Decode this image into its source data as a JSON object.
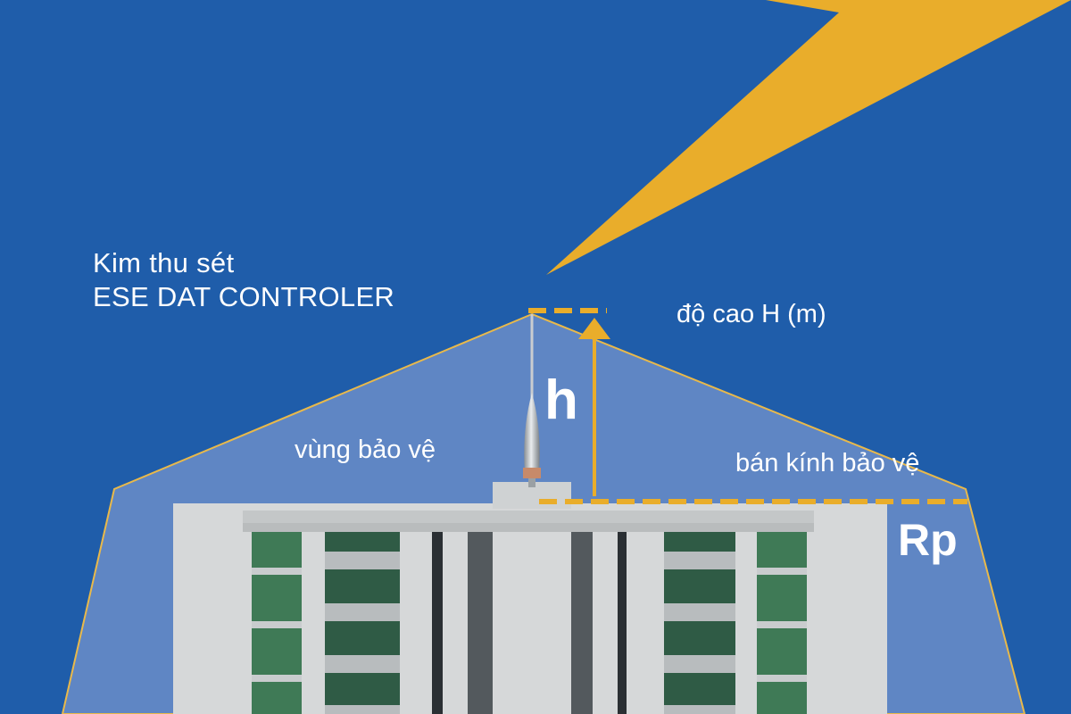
{
  "labels": {
    "product_line1": "Kim thu sét",
    "product_line2": "ESE DAT CONTROLER",
    "height_label": "độ cao H (m)",
    "h_symbol": "h",
    "protection_zone": "vùng bảo vệ",
    "protection_radius": "bán kính bảo vệ",
    "rp_symbol": "Rp"
  },
  "colors": {
    "sky": "#1f5daa",
    "zone": "#5f86c4",
    "lightning": "#e9ad2b",
    "dashed_line": "#e9ad2b",
    "building": "#d4d7d8",
    "windows": "#3f7a56"
  },
  "icons": [
    "lightning-bolt-icon",
    "lightning-rod-icon",
    "up-arrow-icon"
  ]
}
